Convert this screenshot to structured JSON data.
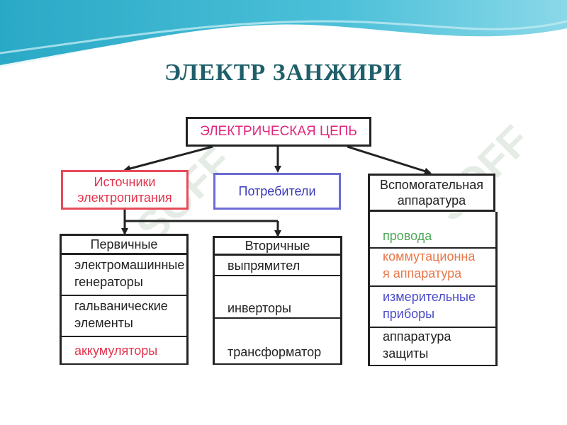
{
  "title": "ЭЛЕКТР ЗАНЖИРИ",
  "diagram": {
    "root": "ЭЛЕКТРИЧЕСКАЯ ЦЕПЬ",
    "sources": {
      "line1": "Источники",
      "line2": "электропитания"
    },
    "consumers": "Потребители",
    "auxiliary": {
      "line1": "Вспомогательная",
      "line2": "аппаратура"
    },
    "primary": {
      "header": "Первичные",
      "items": [
        {
          "line1": "электромашинные",
          "line2": "генераторы"
        },
        {
          "line1": "гальванические",
          "line2": "элементы"
        },
        {
          "line1": "аккумуляторы",
          "line2": ""
        }
      ]
    },
    "secondary": {
      "header": "Вторичные",
      "items": [
        "выпрямител",
        "инверторы",
        "трансформатор"
      ]
    },
    "aux_items": [
      {
        "line1": "провода",
        "line2": ""
      },
      {
        "line1": "коммутационна",
        "line2": "я аппаратура"
      },
      {
        "line1": "измерительные",
        "line2": "приборы"
      },
      {
        "line1": "аппаратура",
        "line2": "защиты"
      }
    ]
  },
  "watermark": "SOFF",
  "colors": {
    "title": "#1f5f6a",
    "root_text": "#e0277b",
    "sources": "#e3344d",
    "consumers": "#3b3bb8",
    "wires": "#4fa857",
    "switching": "#e8774a",
    "instruments": "#4b4bc8"
  }
}
